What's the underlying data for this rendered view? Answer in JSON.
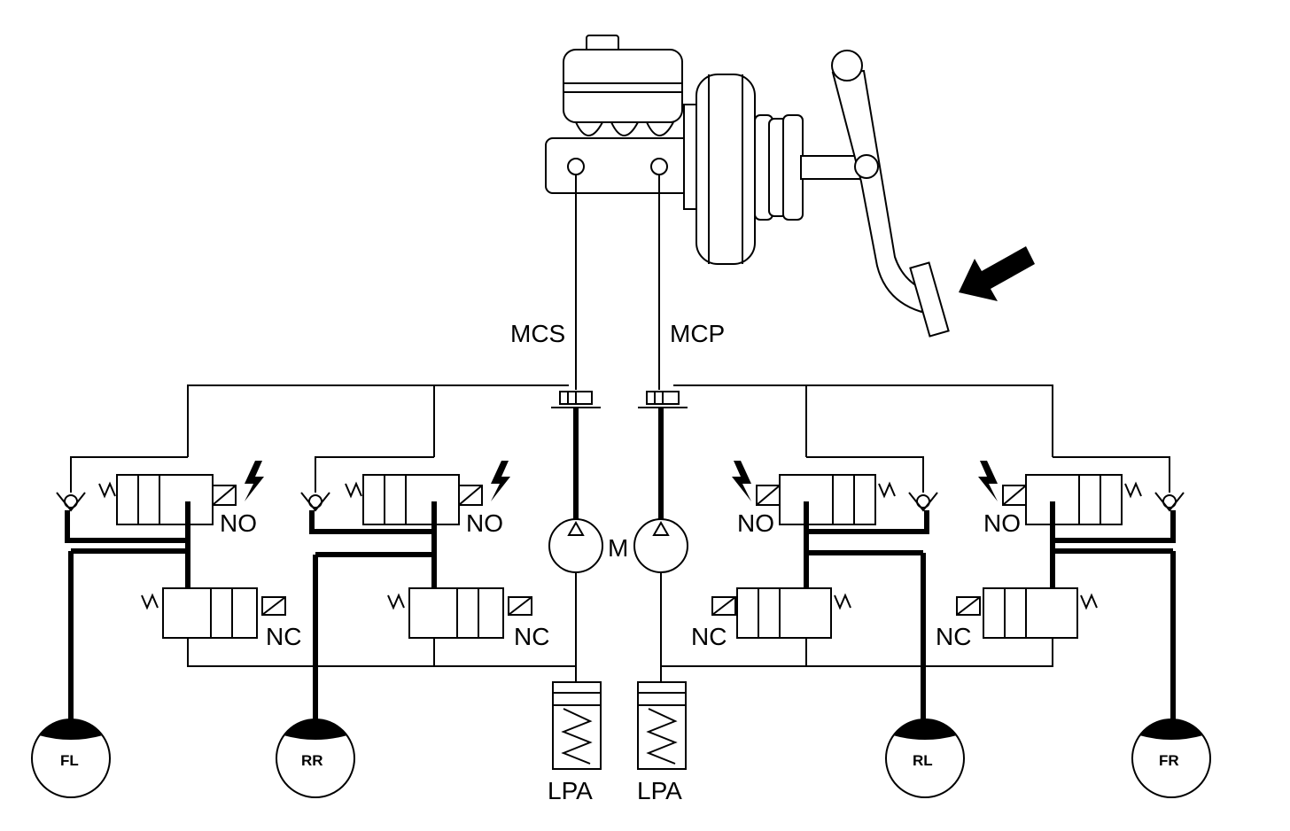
{
  "labels": {
    "mcs": "MCS",
    "mcp": "MCP",
    "no": "NO",
    "nc": "NC",
    "motor": "M",
    "lpa": "LPA"
  },
  "wheels": {
    "fl": "FL",
    "rr": "RR",
    "rl": "RL",
    "fr": "FR"
  },
  "icons": [
    "master-cylinder-icon",
    "brake-booster-icon",
    "brake-pedal-icon",
    "force-arrow-icon",
    "solenoid-valve-icon",
    "spring-icon",
    "check-valve-icon",
    "lightning-icon",
    "pump-icon",
    "accumulator-icon",
    "wheel-brake-icon"
  ]
}
